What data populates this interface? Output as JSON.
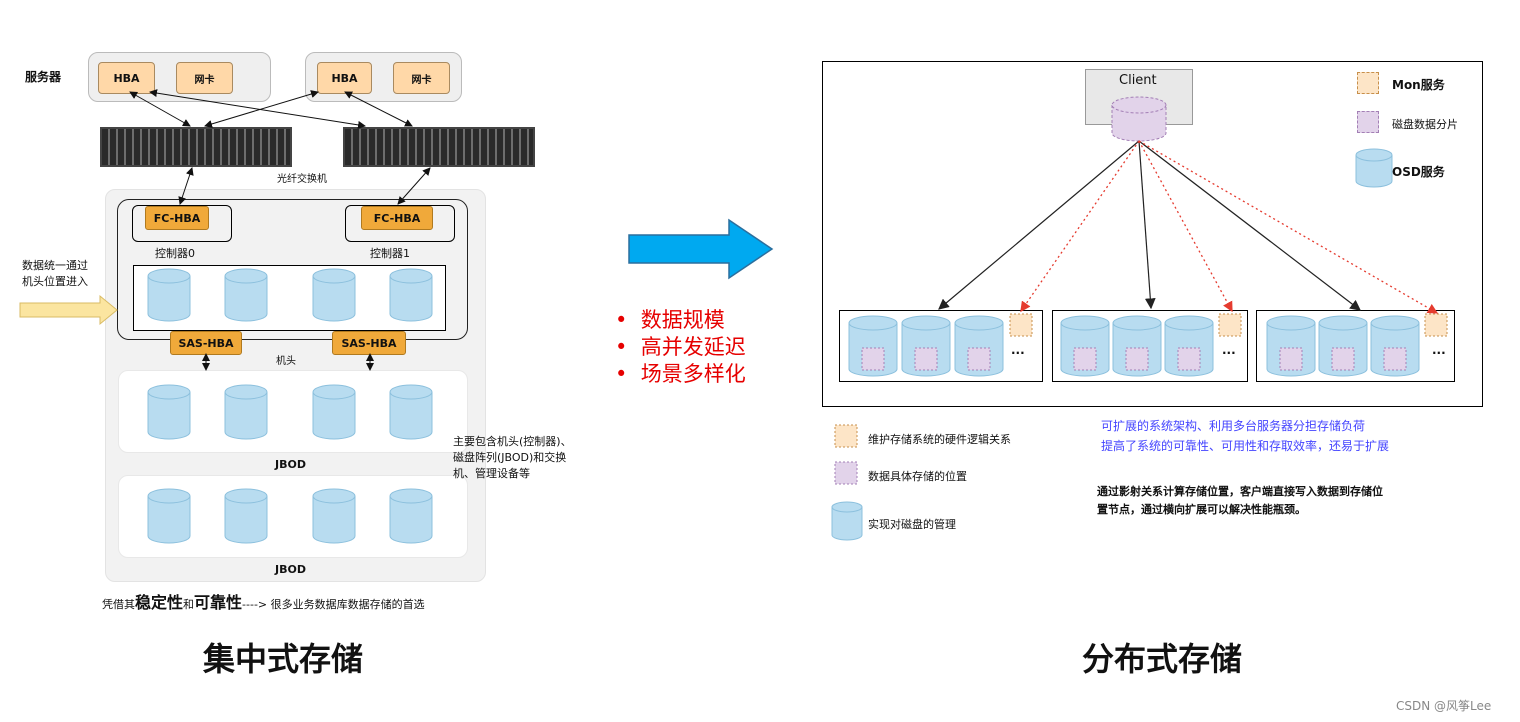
{
  "left": {
    "server_label": "服务器",
    "hba_label": "HBA",
    "nic_label": "网卡",
    "switch_label": "光纤交换机",
    "fc_hba_label": "FC-HBA",
    "controller0": "控制器0",
    "controller1": "控制器1",
    "sas_hba_label": "SAS-HBA",
    "head_label": "机头",
    "jbod_label": "JBOD",
    "entry_text_line1": "数据统一通过",
    "entry_text_line2": "机头位置进入",
    "side_note_line1": "主要包含机头(控制器)、",
    "side_note_line2": "磁盘阵列(JBOD)和交换",
    "side_note_line3": "机、管理设备等",
    "bottom_prefix": "凭借其",
    "bottom_em1": "稳定性",
    "bottom_mid": "和",
    "bottom_em2": "可靠性",
    "bottom_suffix": "----> 很多业务数据库数据存储的首选",
    "title": "集中式存储"
  },
  "middle": {
    "bullets": [
      "数据规模",
      "高并发延迟",
      "场景多样化"
    ]
  },
  "right": {
    "client_label": "Client",
    "legend_mon": "Mon服务",
    "legend_shard": "磁盘数据分片",
    "legend_osd": "OSD服务",
    "dots": "...",
    "legend2_mon": "维护存储系统的硬件逻辑关系",
    "legend2_shard": "数据具体存储的位置",
    "legend2_osd": "实现对磁盘的管理",
    "blue_line1": "可扩展的系统架构、利用多台服务器分担存储负荷",
    "blue_line2": "提高了系统的可靠性、可用性和存取效率，还易于扩展",
    "note_line1": "通过影射关系计算存储位置，客户端直接写入数据到存储位",
    "note_line2": "置节点，通过横向扩展可以解决性能瓶颈。",
    "title": "分布式存储"
  },
  "watermark": "CSDN @风筝Lee",
  "colors": {
    "cylinder": "#b8dcf0",
    "tag_peach": "#ffd8a8",
    "tag_orange": "#f0a93a",
    "arrow_blue": "#00a9f0",
    "arrow_yellow": "#fbe5a0",
    "bullet_red": "#e60000",
    "note_blue": "#4444ff",
    "shard_purple": "#e2d3ea"
  }
}
